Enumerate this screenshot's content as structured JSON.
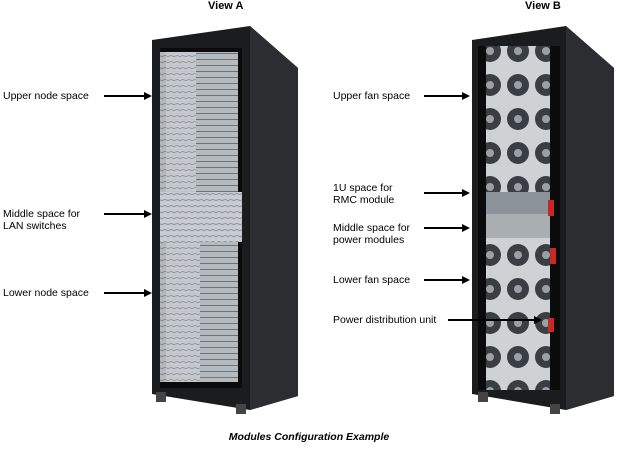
{
  "view_a": {
    "title": "View A",
    "labels": {
      "upper_node": "Upper node space",
      "middle_lan": "Middle space for\nLAN switches",
      "lower_node": "Lower node space"
    }
  },
  "view_b": {
    "title": "View B",
    "labels": {
      "upper_fan": "Upper fan space",
      "rmc": "1U space for\nRMC module",
      "middle_power": "Middle space for\npower modules",
      "lower_fan": "Lower fan space",
      "pdu": "Power distribution unit"
    }
  },
  "caption": "Modules Configuration Example"
}
